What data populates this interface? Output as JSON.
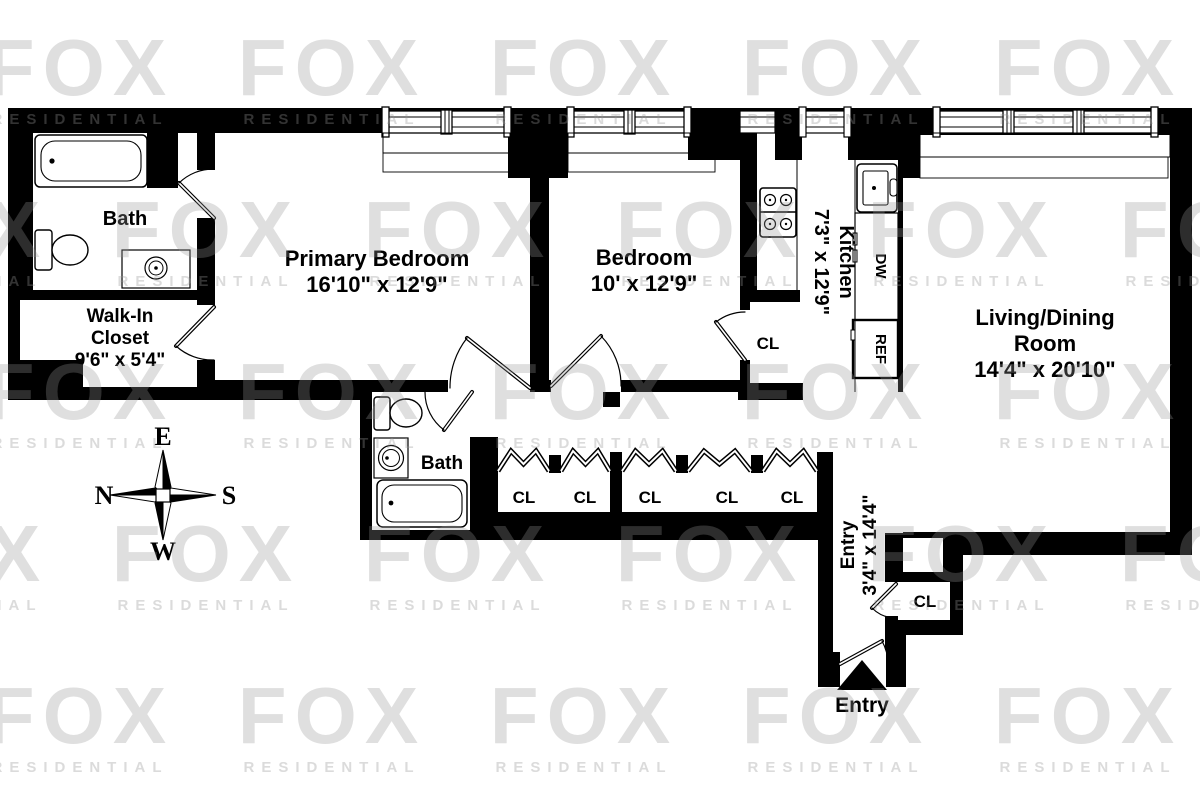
{
  "watermark": {
    "brand": "FOX",
    "sub": "RESIDENTIAL"
  },
  "compass": {
    "top": "E",
    "left": "N",
    "right": "S",
    "bottom": "W"
  },
  "rooms": {
    "bath_top": {
      "name": "Bath"
    },
    "walk_in_closet": {
      "line1": "Walk-In",
      "line2": "Closet",
      "dims": "9'6\" x 5'4\""
    },
    "primary_bedroom": {
      "name": "Primary Bedroom",
      "dims": "16'10\" x 12'9\""
    },
    "bedroom": {
      "name": "Bedroom",
      "dims": "10' x 12'9\""
    },
    "kitchen": {
      "name": "Kitchen",
      "dims": "7'3\" x 12'9\""
    },
    "living_dining": {
      "line1": "Living/Dining",
      "line2": "Room",
      "dims": "14'4\" x 20'10\""
    },
    "bath_lower": {
      "name": "Bath"
    },
    "entry": {
      "name": "Entry",
      "dims": "3'4\" x 14'4\""
    }
  },
  "closets": {
    "hall": [
      "CL",
      "CL",
      "CL",
      "CL",
      "CL"
    ],
    "bedroom_closet": "CL",
    "entry_closet": "CL"
  },
  "appliances": {
    "dishwasher": "DW",
    "refrigerator": "REF"
  },
  "entry_marker": {
    "label": "Entry"
  }
}
